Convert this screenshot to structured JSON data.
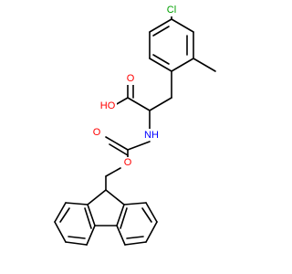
{
  "molecule": {
    "atoms": [
      {
        "id": "cl",
        "label": "Cl",
        "color": "#00a000"
      },
      {
        "id": "oh",
        "label": "HO",
        "color": "#ff0000"
      },
      {
        "id": "o_acid",
        "label": "O",
        "color": "#ff0000"
      },
      {
        "id": "nh",
        "label": "NH",
        "color": "#0000ff"
      },
      {
        "id": "o_carbonyl",
        "label": "O",
        "color": "#ff0000"
      },
      {
        "id": "o_ester",
        "label": "O",
        "color": "#ff0000"
      }
    ]
  }
}
